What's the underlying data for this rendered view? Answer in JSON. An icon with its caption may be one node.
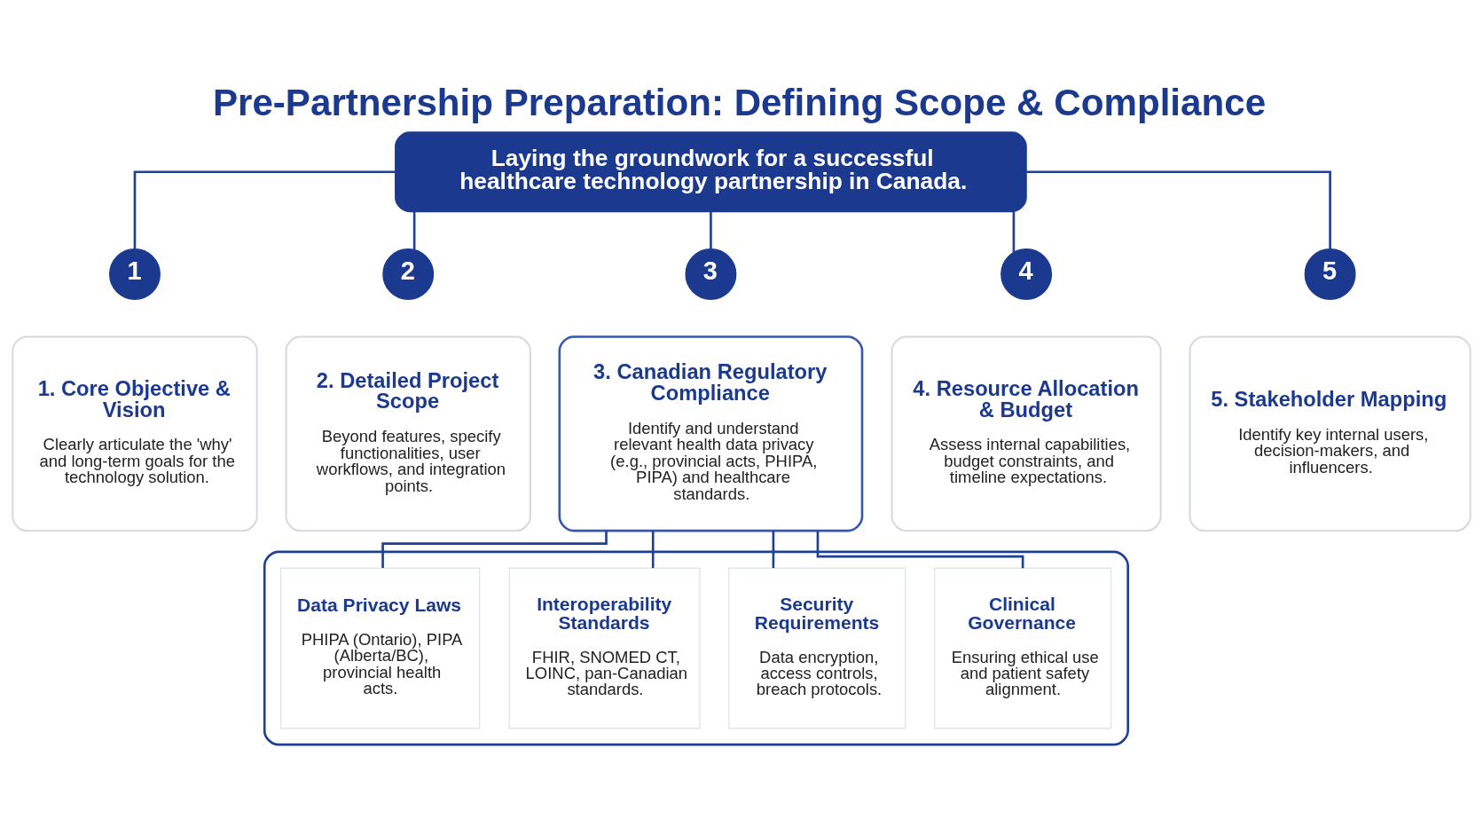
{
  "diagram": {
    "title": "Pre-Partnership Preparation: Defining Scope & Compliance",
    "nodes": [
      {
        "text": [
          "Laying the groundwork for a successful healthcare technology partnership in Canada."
        ]
      },
      {
        "text": [
          "1"
        ]
      },
      {
        "text": [
          "2"
        ]
      },
      {
        "text": [
          "3"
        ]
      },
      {
        "text": [
          "4"
        ]
      },
      {
        "text": [
          "5"
        ]
      },
      {
        "text": [
          "1. Core Objective & Vision",
          "Clearly articulate the 'why' and long-term goals for the technology solution."
        ]
      },
      {
        "text": [
          "2. Detailed Project Scope",
          "Beyond features, specify functionalities, user workflows, and integration points."
        ]
      },
      {
        "text": [
          "3. Canadian Regulatory Compliance",
          "Identify and understand relevant health data privacy (e.g., provincial acts, PHIPA, PIPA) and healthcare standards."
        ]
      },
      {
        "text": [
          "4. Resource Allocation & Budget",
          "Assess internal capabilities, budget constraints, and timeline expectations."
        ]
      },
      {
        "text": [
          "5. Stakeholder Mapping",
          "Identify key internal users, decision-makers, and influencers."
        ]
      },
      {
        "text": [],
        "shape": "box"
      },
      {
        "text": [
          "Data Privacy Laws",
          "PHIPA (Ontario), PIPA (Alberta/BC), provincial health acts."
        ],
        "in": 11
      },
      {
        "text": [
          "Interoperability Standards",
          "FHIR, SNOMED CT, LOINC, pan-Canadian standards."
        ],
        "in": 11
      },
      {
        "text": [
          "Security Requirements",
          "Data encryption, access controls, breach protocols."
        ],
        "in": 11
      },
      {
        "text": [
          "Clinical Governance",
          "Ensuring ethical use and patient safety alignment."
        ],
        "in": 11
      }
    ],
    "edges": [
      {
        "from": 0,
        "to": 1,
        "arrow": "none"
      },
      {
        "from": 0,
        "to": 2,
        "arrow": "none"
      },
      {
        "from": 0,
        "to": 3,
        "arrow": "none"
      },
      {
        "from": 0,
        "to": 4,
        "arrow": "none"
      },
      {
        "from": 0,
        "to": 5,
        "arrow": "none"
      },
      {
        "from": 8,
        "to": 12,
        "arrow": "none"
      },
      {
        "from": 8,
        "to": 13,
        "arrow": "none"
      },
      {
        "from": 8,
        "to": 14,
        "arrow": "none"
      },
      {
        "from": 8,
        "to": 15,
        "arrow": "none"
      }
    ]
  }
}
